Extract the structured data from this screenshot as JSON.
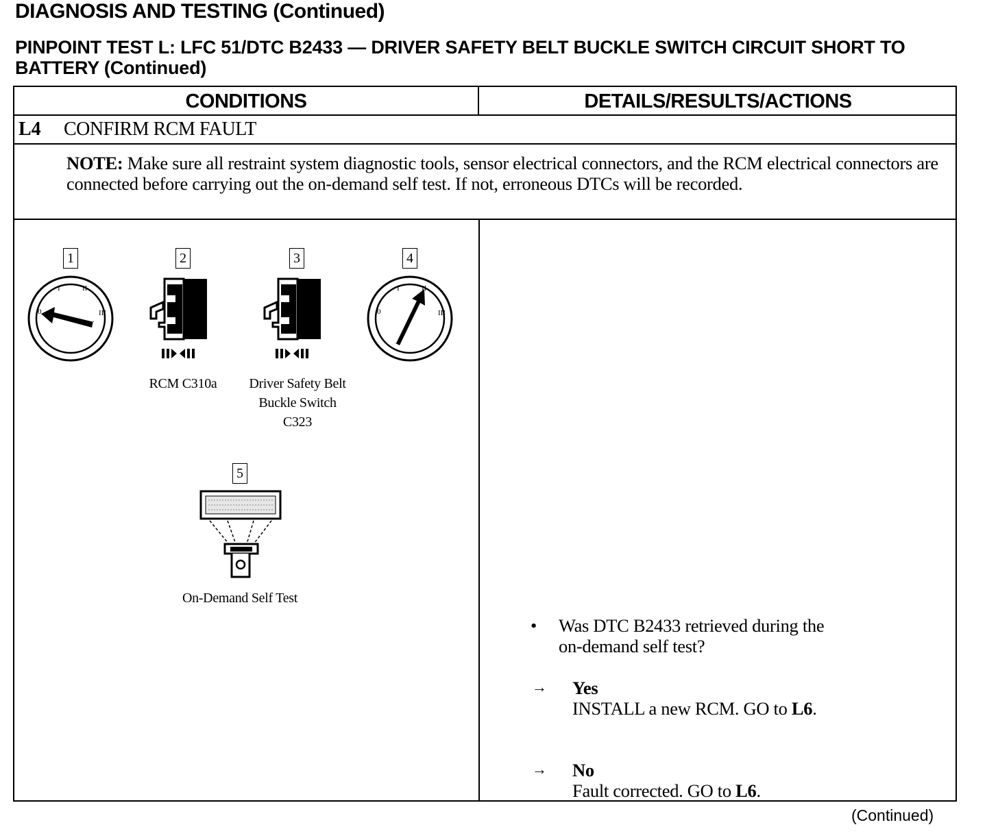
{
  "header": {
    "section": "DIAGNOSIS AND TESTING (Continued)",
    "test_title": "PINPOINT TEST L: LFC 51/DTC B2433 — DRIVER SAFETY BELT BUCKLE SWITCH CIRCUIT SHORT TO BATTERY (Continued)"
  },
  "table": {
    "col_conditions": "CONDITIONS",
    "col_details": "DETAILS/RESULTS/ACTIONS",
    "step_id": "L4",
    "step_title": "CONFIRM RCM FAULT",
    "note_label": "NOTE:",
    "note_text": " Make sure all restraint system diagnostic tools, sensor electrical connectors, and the RCM electrical connectors are connected before carrying out the on-demand self test. If not, erroneous DTCs will be recorded."
  },
  "figures": {
    "step1": "1",
    "step2": "2",
    "step3": "3",
    "step4": "4",
    "step5": "5",
    "caption2": "RCM C310a",
    "caption3_line1": "Driver Safety Belt",
    "caption3_line2": "Buckle Switch",
    "caption3_line3": "C323",
    "caption5": "On-Demand Self Test",
    "switch_positions": [
      "0",
      "I",
      "II",
      "III"
    ]
  },
  "details": {
    "question_line1": "Was DTC B2433 retrieved during the",
    "question_line2": "on-demand self test?",
    "yes_label": "Yes",
    "yes_action": "INSTALL a new RCM. GO to ",
    "yes_target": "L6",
    "yes_end": ".",
    "no_label": "No",
    "no_action": "Fault corrected. GO to ",
    "no_target": "L6",
    "no_end": "."
  },
  "footer": {
    "continued": "(Continued)"
  }
}
